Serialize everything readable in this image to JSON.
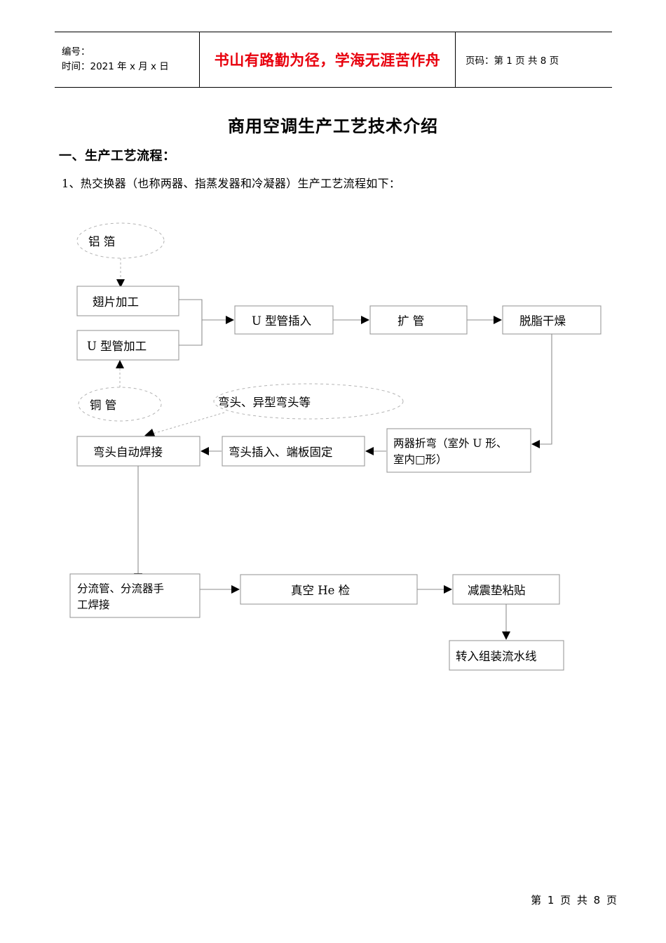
{
  "header": {
    "left_line1": "编号：",
    "left_line2": "时间：2021 年 x 月 x 日",
    "motto": "书山有路勤为径，学海无涯苦作舟",
    "motto_color": "#e8000d",
    "right": "页码：第 1 页  共 8 页"
  },
  "document": {
    "title": "商用空调生产工艺技术介绍",
    "section_heading": "一、生产工艺流程：",
    "paragraph_1": "1、热交换器（也称两器、指蒸发器和冷凝器）生产工艺流程如下："
  },
  "flowchart": {
    "nodes": {
      "aluminum_foil": "铝 箔",
      "fin_processing": "翅片加工",
      "u_tube_processing": "U 型管加工",
      "copper_tube": "铜 管",
      "u_tube_insert": "U 型管插入",
      "tube_expansion": "扩 管",
      "degrease_dry": "脱脂干燥",
      "elbow_types": "弯头、异型弯头等",
      "elbow_auto_weld": "弯头自动焊接",
      "elbow_insert_fix": "弯头插入、端板固定",
      "bend_line1": "两器折弯（室外 U 形、",
      "bend_line2": "室内□形）",
      "manifold_weld_line1": "分流管、分流器手",
      "manifold_weld_line2": "工焊接",
      "vacuum_he_test": "真空 He 检",
      "damper_pad": "减震垫粘贴",
      "to_assembly_line": "转入组装流水线"
    }
  },
  "footer": {
    "page_text": "第 1 页  共 8 页"
  }
}
